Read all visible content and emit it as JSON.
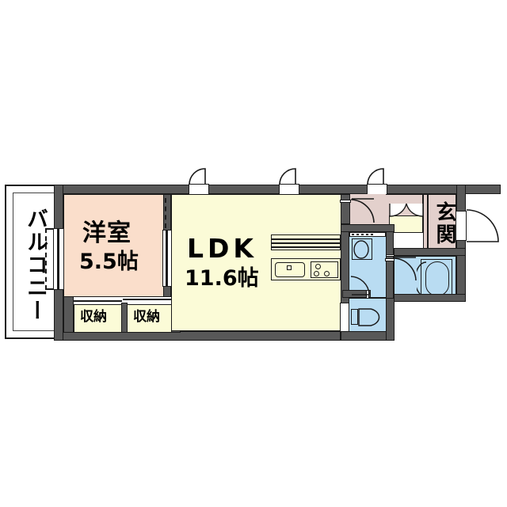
{
  "document": {
    "type": "japanese-floor-plan",
    "layout_name": "1LDK",
    "background_color": "#ffffff"
  },
  "colors": {
    "wall": "#585858",
    "outline": "#141414",
    "bedroom_fill": "#fadecb",
    "ldk_fill": "#fbfbd7",
    "bath_fill": "#b9dcf2",
    "entry_fill": "#e3d0cc",
    "closet_fill": "#fbfbd7",
    "shoebox_fill": "#fbfbd7",
    "balcony_fill": "#ffffff",
    "text": "#000000"
  },
  "rooms": [
    {
      "id": "balcony",
      "name_label": "バルコニー",
      "orientation": "vertical",
      "fill": "#ffffff"
    },
    {
      "id": "bedroom",
      "name_label": "洋室",
      "size_label": "5.5帖",
      "fill": "#fadecb"
    },
    {
      "id": "ldk",
      "name_label": "LDK",
      "size_label": "11.6帖",
      "fill": "#fbfbd7"
    },
    {
      "id": "entrance",
      "name_label": "玄関",
      "orientation": "vertical",
      "fill": "#e3d0cc"
    },
    {
      "id": "closet_left",
      "name_label": "収納",
      "fill": "#fbfbd7"
    },
    {
      "id": "closet_right",
      "name_label": "収納",
      "fill": "#fbfbd7"
    },
    {
      "id": "washroom",
      "name_label": "",
      "fill": "#b9dcf2"
    },
    {
      "id": "bathroom",
      "name_label": "",
      "fill": "#b9dcf2"
    },
    {
      "id": "toilet",
      "name_label": "",
      "fill": "#b9dcf2"
    },
    {
      "id": "corridor",
      "name_label": "",
      "fill": "#e3d0cc"
    }
  ],
  "fixtures": [
    {
      "id": "kitchen-sink",
      "name": "sink"
    },
    {
      "id": "kitchen-stove",
      "name": "three-burner-stove"
    },
    {
      "id": "kitchen-counter",
      "name": "counter-cabinet"
    },
    {
      "id": "bathtub",
      "name": "bathtub"
    },
    {
      "id": "vanity-basin",
      "name": "wash-basin"
    },
    {
      "id": "toilet-bowl",
      "name": "toilet"
    },
    {
      "id": "shoe-cabinet",
      "name": "shoe-cabinet"
    }
  ],
  "openings": [
    {
      "id": "entry-door",
      "type": "swing-door",
      "swing": "right"
    },
    {
      "id": "ldk-corridor-door",
      "type": "swing-door",
      "swing": "left-down"
    },
    {
      "id": "washroom-door",
      "type": "swing-door",
      "swing": "down-left"
    },
    {
      "id": "bathroom-door",
      "type": "swing-door",
      "swing": "down-right"
    },
    {
      "id": "toilet-door",
      "type": "swing-door",
      "swing": "down"
    },
    {
      "id": "ldk-window-1",
      "type": "casement-window",
      "swing": "left"
    },
    {
      "id": "ldk-window-2",
      "type": "casement-window",
      "swing": "left"
    },
    {
      "id": "corridor-window",
      "type": "casement-window",
      "swing": "left"
    },
    {
      "id": "balcony-sliding-door",
      "type": "sliding-door"
    },
    {
      "id": "bedroom-ldk-sliding-door",
      "type": "sliding-door"
    },
    {
      "id": "closet-sliding-doors",
      "type": "sliding-door"
    }
  ]
}
